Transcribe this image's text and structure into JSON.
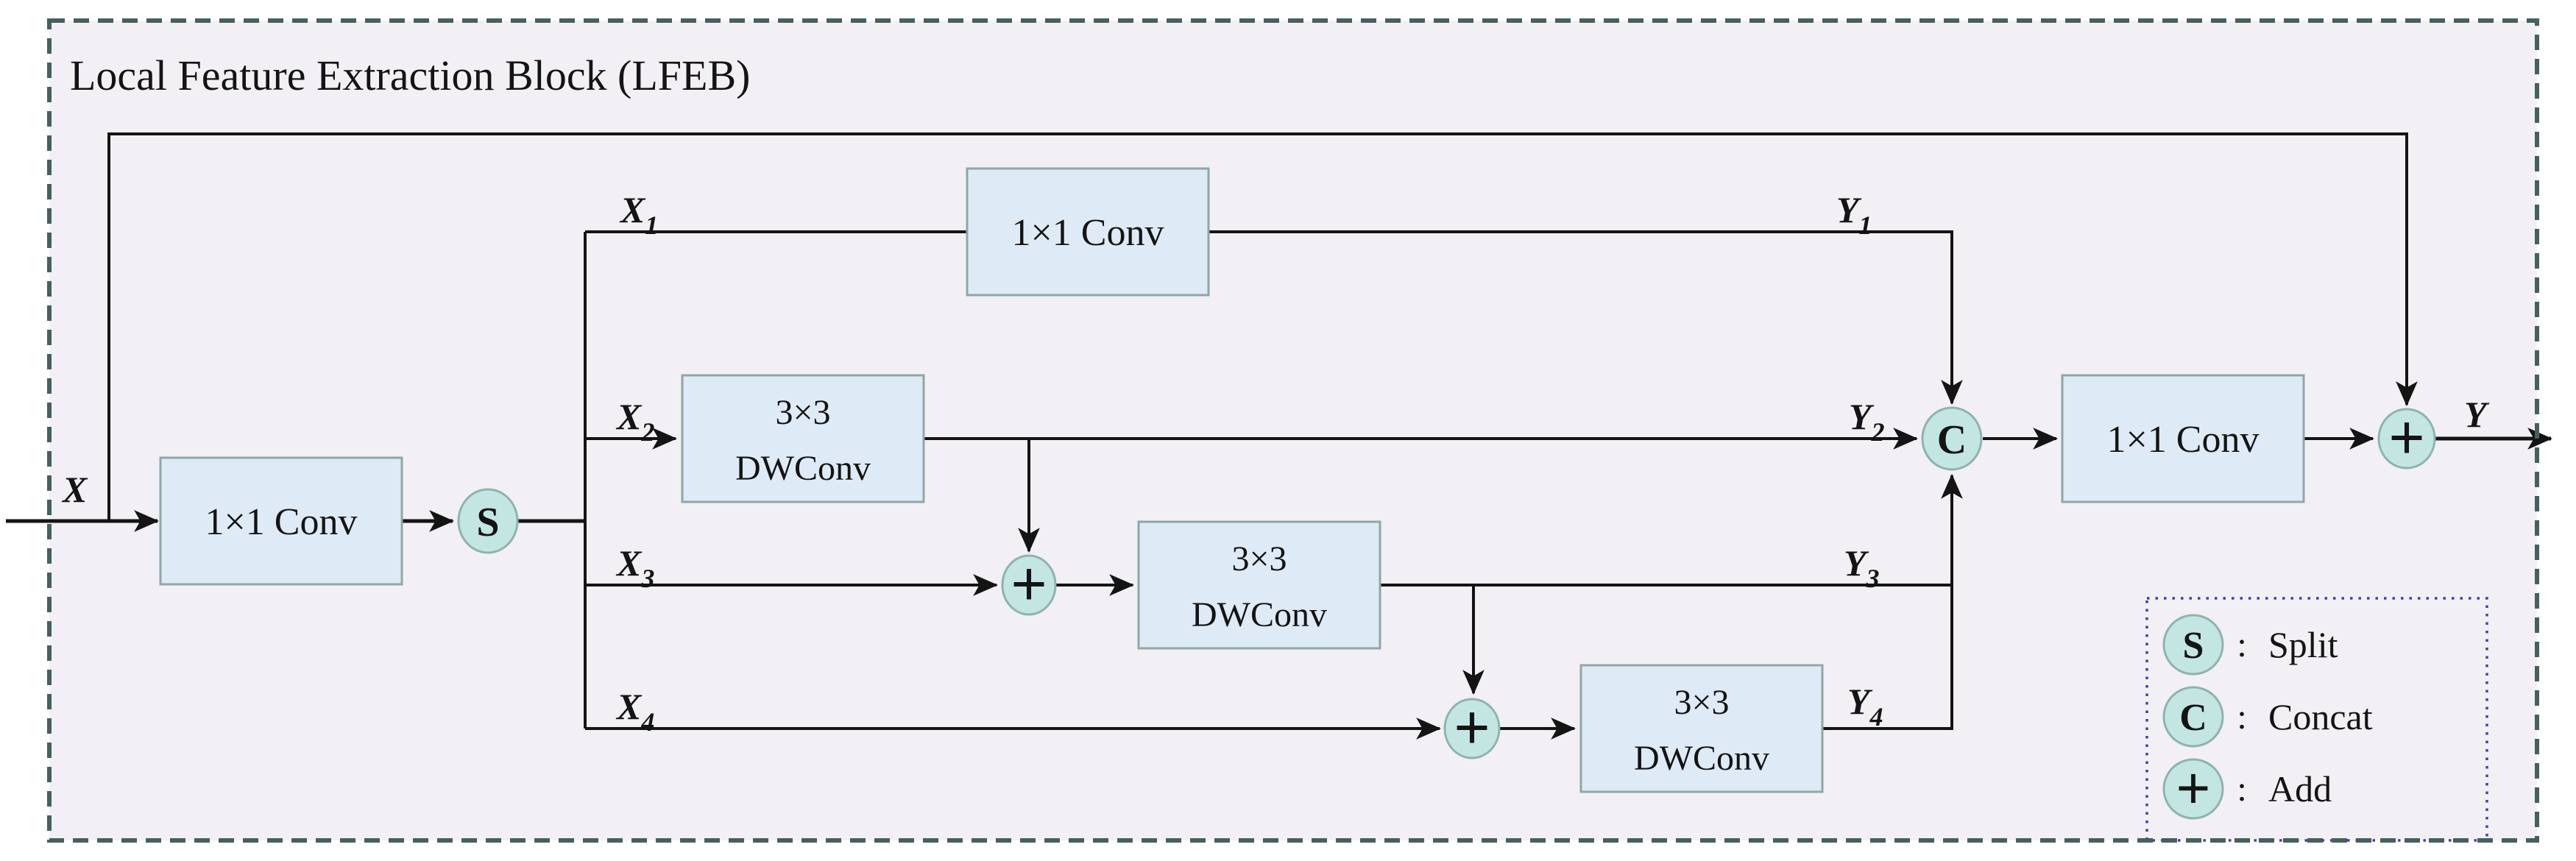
{
  "title": "Local Feature Extraction Block (LFEB)",
  "boxes": {
    "input_conv": {
      "label": "1×1 Conv"
    },
    "branch1_conv": {
      "label": "1×1 Conv"
    },
    "branch2_dwconv": {
      "line1": "3×3",
      "line2": "DWConv"
    },
    "branch3_dwconv": {
      "line1": "3×3",
      "line2": "DWConv"
    },
    "branch4_dwconv": {
      "line1": "3×3",
      "line2": "DWConv"
    },
    "output_conv": {
      "label": "1×1 Conv"
    }
  },
  "operators": {
    "split": "S",
    "concat": "C",
    "add": "+"
  },
  "labels": {
    "input": "X",
    "x1": "X",
    "x1_sub": "1",
    "x2": "X",
    "x2_sub": "2",
    "x3": "X",
    "x3_sub": "3",
    "x4": "X",
    "x4_sub": "4",
    "y1": "Y",
    "y1_sub": "1",
    "y2": "Y",
    "y2_sub": "2",
    "y3": "Y",
    "y3_sub": "3",
    "y4": "Y",
    "y4_sub": "4",
    "output": "Y"
  },
  "legend": {
    "separator": ":",
    "items": [
      {
        "symbol": "S",
        "label": "Split"
      },
      {
        "symbol": "C",
        "label": "Concat"
      },
      {
        "symbol": "+",
        "label": "Add"
      }
    ]
  },
  "colors": {
    "canvas_background": "#ffffff",
    "block_background": "#f2f0f5",
    "outer_border": "#46605e",
    "box_fill": "#dfeaf7",
    "box_border": "#8fa7a5",
    "node_fill": "#c4e6e2",
    "node_border": "#8fb3ae",
    "line": "#141414",
    "legend_border": "#3f3fb0",
    "text": "#141414"
  }
}
